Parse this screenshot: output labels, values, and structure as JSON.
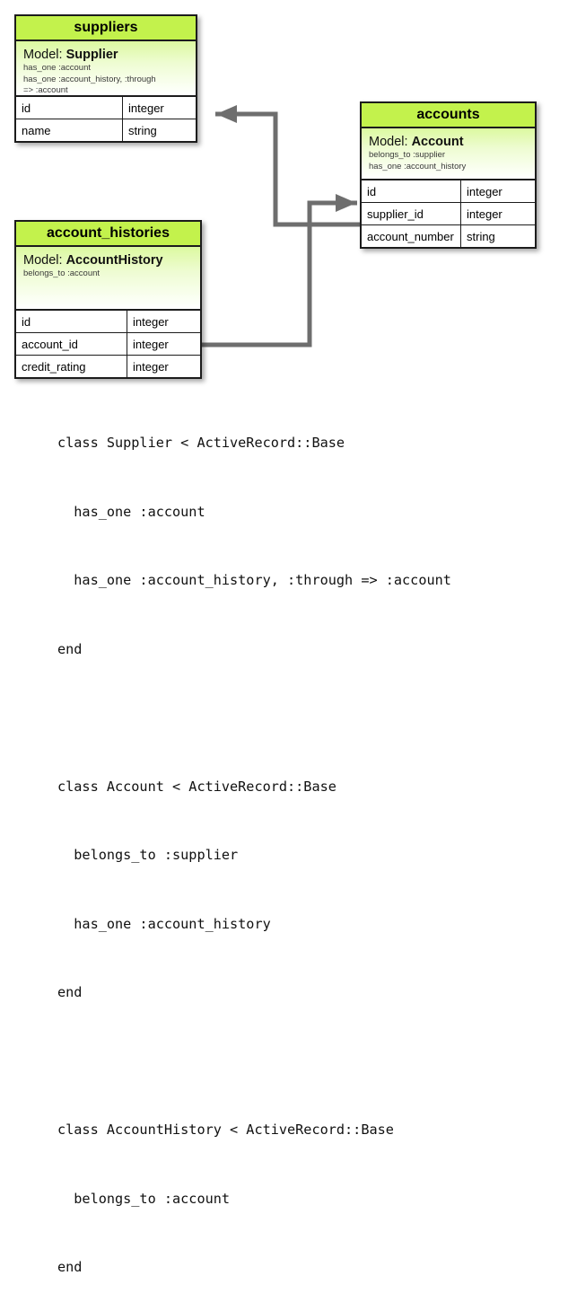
{
  "diagram": {
    "accent_header_color": "#c3f24c",
    "border_color": "#1c1c1c",
    "connector_color": "#6e6e6e",
    "tables": [
      {
        "name": "suppliers",
        "title": "suppliers",
        "model_label": "Model:",
        "model_name": "Supplier",
        "associations": [
          "has_one :account",
          "has_one :account_history, :through",
          "=> :account"
        ],
        "columns": [
          {
            "name": "id",
            "type": "integer"
          },
          {
            "name": "name",
            "type": "string"
          }
        ]
      },
      {
        "name": "accounts",
        "title": "accounts",
        "model_label": "Model:",
        "model_name": "Account",
        "associations": [
          "belongs_to :supplier",
          "has_one :account_history"
        ],
        "columns": [
          {
            "name": "id",
            "type": "integer"
          },
          {
            "name": "supplier_id",
            "type": "integer"
          },
          {
            "name": "account_number",
            "type": "string"
          }
        ]
      },
      {
        "name": "account_histories",
        "title": "account_histories",
        "model_label": "Model:",
        "model_name": "AccountHistory",
        "associations": [
          "belongs_to :account"
        ],
        "columns": [
          {
            "name": "id",
            "type": "integer"
          },
          {
            "name": "account_id",
            "type": "integer"
          },
          {
            "name": "credit_rating",
            "type": "integer"
          }
        ]
      }
    ],
    "relationships": [
      {
        "name": "accounts-supplier_id-to-suppliers-id",
        "from": "accounts.supplier_id",
        "to": "suppliers.id"
      },
      {
        "name": "account_histories-account_id-to-accounts-id",
        "from": "account_histories.account_id",
        "to": "accounts.id"
      }
    ]
  },
  "code": {
    "lines": [
      "class Supplier < ActiveRecord::Base",
      "  has_one :account",
      "  has_one :account_history, :through => :account",
      "end",
      "",
      "class Account < ActiveRecord::Base",
      "  belongs_to :supplier",
      "  has_one :account_history",
      "end",
      "",
      "class AccountHistory < ActiveRecord::Base",
      "  belongs_to :account",
      "end"
    ]
  }
}
